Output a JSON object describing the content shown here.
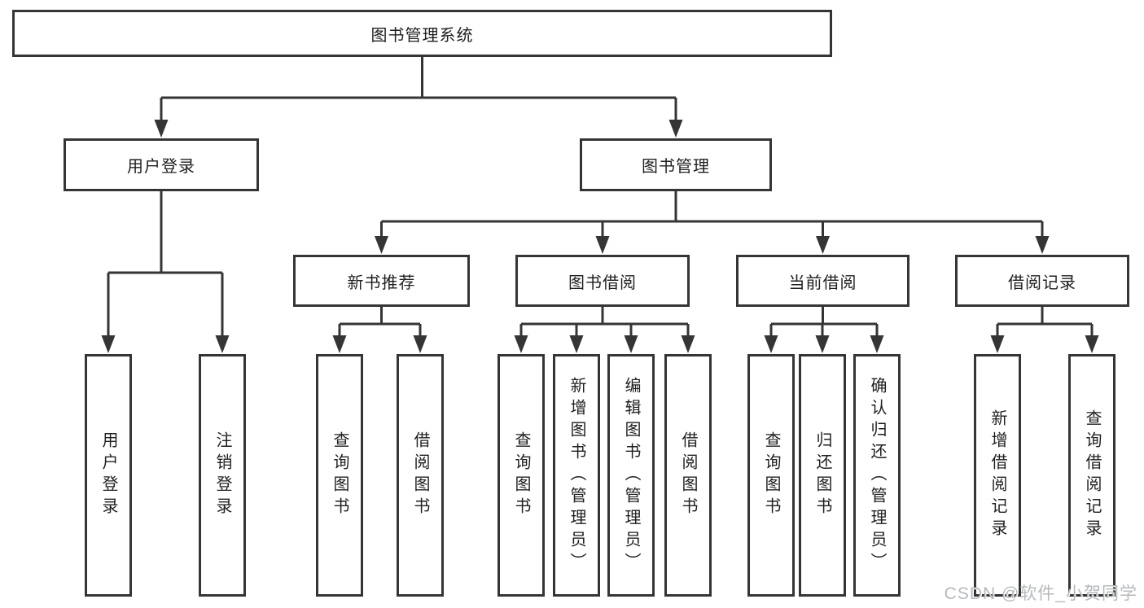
{
  "tree": {
    "root": {
      "label": "图书管理系统"
    },
    "branches": [
      {
        "label": "用户登录",
        "children": [
          "用户登录",
          "注销登录"
        ]
      },
      {
        "label": "图书管理",
        "groups": [
          {
            "label": "新书推荐",
            "children": [
              "查询图书",
              "借阅图书"
            ]
          },
          {
            "label": "图书借阅",
            "children": [
              "查询图书",
              "新增图书（管理员）",
              "编辑图书（管理员）",
              "借阅图书"
            ]
          },
          {
            "label": "当前借阅",
            "children": [
              "查询图书",
              "归还图书",
              "确认归还（管理员）"
            ]
          },
          {
            "label": "借阅记录",
            "children": [
              "新增借阅记录",
              "查询借阅记录"
            ]
          }
        ]
      }
    ]
  },
  "watermark": {
    "text": "CSDN @软件_小贺同学"
  },
  "colors": {
    "line": "#353535",
    "box_border": "#353535",
    "box_fill": "#ffffff",
    "text": "#1f1f1f",
    "watermark": "#b6b9bd"
  }
}
